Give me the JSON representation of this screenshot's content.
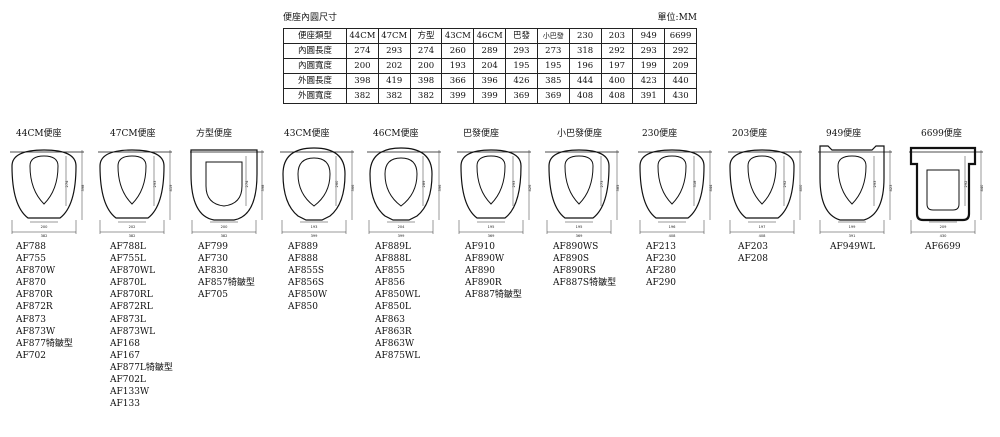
{
  "header": {
    "caption": "便座內圓尺寸",
    "unit": "單位:MM"
  },
  "table": {
    "rows": [
      [
        "便座類型",
        "44CM",
        "47CM",
        "方型",
        "43CM",
        "46CM",
        "巴發",
        "小巴發",
        "230",
        "203",
        "949",
        "6699"
      ],
      [
        "內圓長度",
        "274",
        "293",
        "274",
        "260",
        "289",
        "293",
        "273",
        "318",
        "292",
        "293",
        "292"
      ],
      [
        "內圓寬度",
        "200",
        "202",
        "200",
        "193",
        "204",
        "195",
        "195",
        "196",
        "197",
        "199",
        "209"
      ],
      [
        "外圓長度",
        "398",
        "419",
        "398",
        "366",
        "396",
        "426",
        "385",
        "444",
        "400",
        "423",
        "440"
      ],
      [
        "外圓寬度",
        "382",
        "382",
        "382",
        "399",
        "399",
        "369",
        "369",
        "408",
        "408",
        "391",
        "430"
      ]
    ]
  },
  "seats": [
    {
      "title": "44CM便座",
      "shape": "oval",
      "dims": [
        "274",
        "398",
        "200",
        "382"
      ],
      "models": [
        "AF788",
        "AF755",
        "AF870W",
        "AF870",
        "AF870R",
        "AF872R",
        "AF873",
        "AF873W",
        "AF877犄皺型",
        "AF702"
      ]
    },
    {
      "title": "47CM便座",
      "shape": "oval",
      "dims": [
        "293",
        "419",
        "202",
        "382"
      ],
      "models": [
        "AF788L",
        "AF755L",
        "AF870WL",
        "AF870L",
        "AF870RL",
        "AF872RL",
        "AF873L",
        "AF873WL",
        "AF168",
        "AF167",
        "AF877L犄皺型",
        "AF702L",
        "AF133W",
        "AF133"
      ]
    },
    {
      "title": "方型便座",
      "shape": "square",
      "dims": [
        "274",
        "398",
        "200",
        "382"
      ],
      "models": [
        "AF799",
        "AF730",
        "AF830",
        "AF857犄皺型",
        "AF705"
      ]
    },
    {
      "title": "43CM便座",
      "shape": "round",
      "dims": [
        "260",
        "366",
        "193",
        "399"
      ],
      "models": [
        "AF889",
        "AF888",
        "AF855S",
        "AF856S",
        "AF850W",
        "AF850"
      ]
    },
    {
      "title": "46CM便座",
      "shape": "round",
      "dims": [
        "289",
        "396",
        "204",
        "399"
      ],
      "models": [
        "AF889L",
        "AF888L",
        "AF855",
        "AF856",
        "AF850WL",
        "AF850L",
        "AF863",
        "AF863R",
        "AF863W",
        "AF875WL"
      ]
    },
    {
      "title": "巴發便座",
      "shape": "elong",
      "dims": [
        "293",
        "426",
        "195",
        "369"
      ],
      "models": [
        "AF910",
        "AF890W",
        "AF890",
        "AF890R",
        "AF887犄皺型"
      ]
    },
    {
      "title": "小巴發便座",
      "shape": "elong",
      "dims": [
        "273",
        "385",
        "195",
        "369"
      ],
      "models": [
        "AF890WS",
        "AF890S",
        "AF890RS",
        "AF887S犄皺型"
      ]
    },
    {
      "title": "230便座",
      "shape": "oval",
      "dims": [
        "318",
        "444",
        "196",
        "408"
      ],
      "models": [
        "AF213",
        "AF230",
        "AF280",
        "AF290"
      ]
    },
    {
      "title": "203便座",
      "shape": "oval",
      "dims": [
        "292",
        "400",
        "197",
        "408"
      ],
      "models": [
        "AF203",
        "AF208"
      ]
    },
    {
      "title": "949便座",
      "shape": "clip",
      "dims": [
        "293",
        "423",
        "199",
        "391"
      ],
      "models": [
        "AF949WL"
      ]
    },
    {
      "title": "6699便座",
      "shape": "rect",
      "dims": [
        "292",
        "440",
        "209",
        "430"
      ],
      "models": [
        "AF6699"
      ]
    }
  ]
}
